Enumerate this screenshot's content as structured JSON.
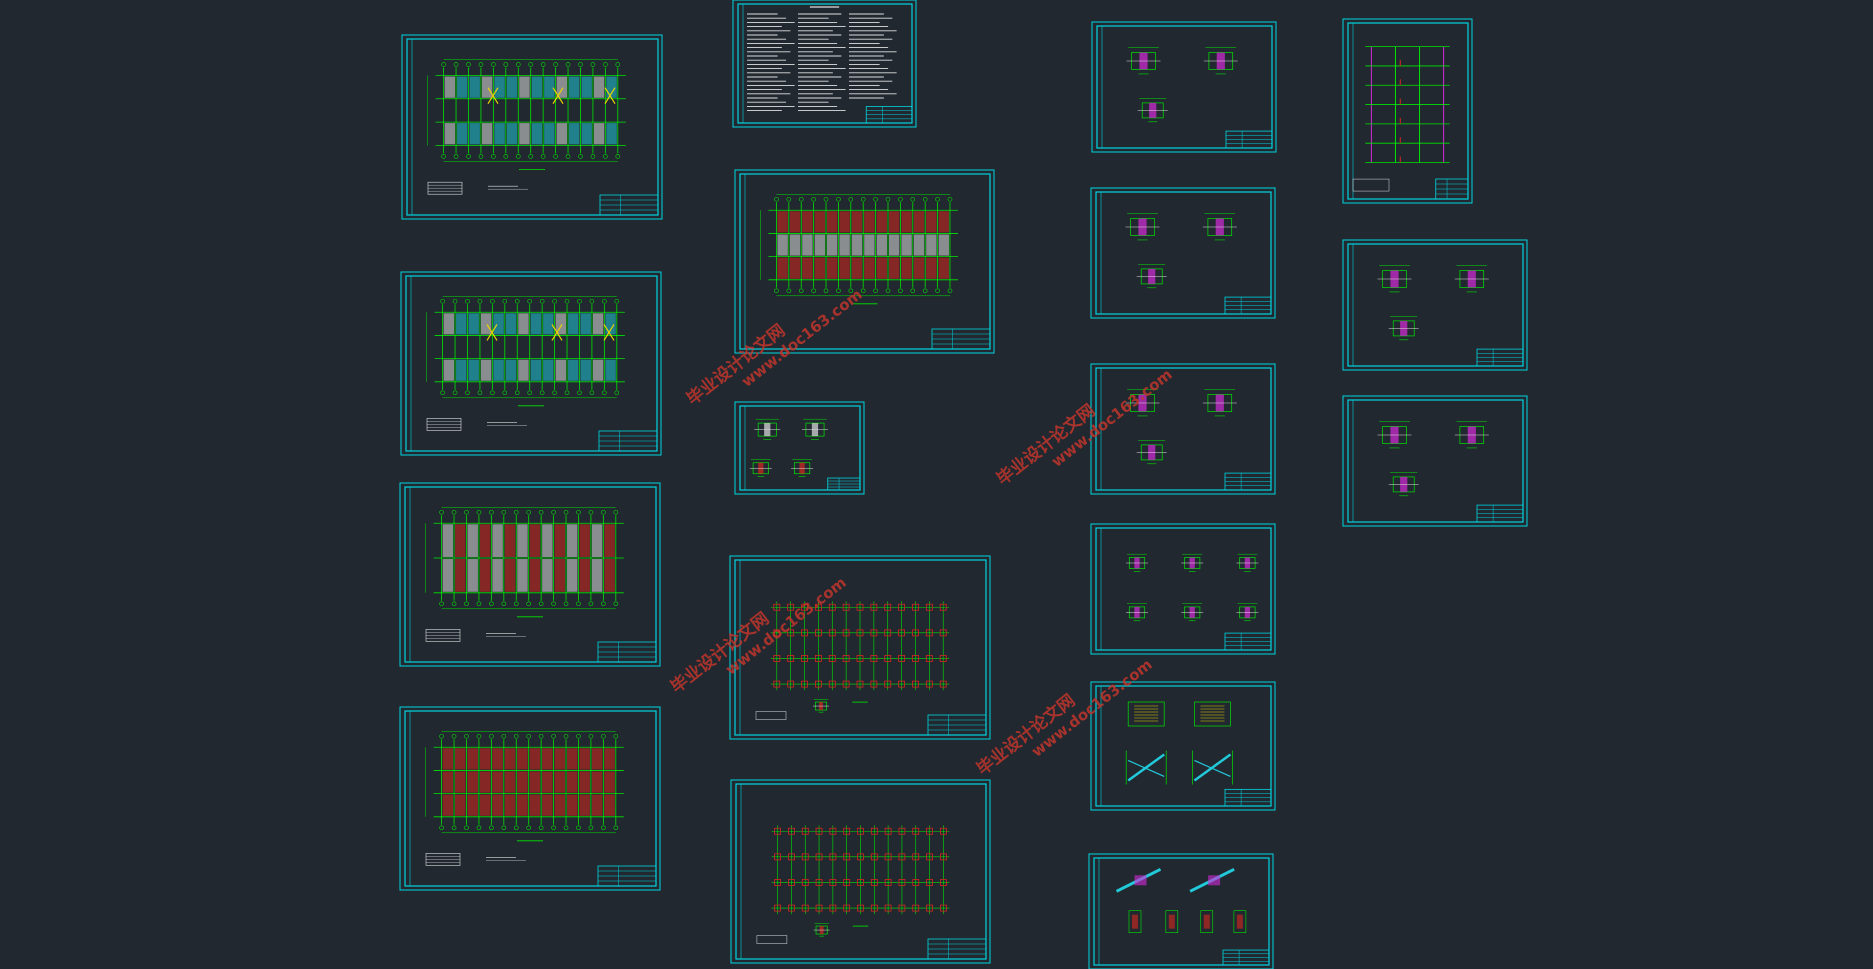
{
  "colors": {
    "background": "#212830",
    "frame": "#00d6e0",
    "grid": "#00e600",
    "hatch_red": "#d8261e",
    "hatch_cyan": "#21c9d9",
    "magenta": "#d62ad8",
    "yellow": "#e8d400",
    "white": "#e0e0e0",
    "watermark": "#c0362c"
  },
  "sheets": [
    {
      "kind": "plan-cyan"
    },
    {
      "kind": "plan-cyan"
    },
    {
      "kind": "plan-red-light"
    },
    {
      "kind": "plan-red-dense"
    },
    {
      "kind": "notes"
    },
    {
      "kind": "plan-red-grid"
    },
    {
      "kind": "details-small"
    },
    {
      "kind": "foundation"
    },
    {
      "kind": "foundation"
    },
    {
      "kind": "details-3"
    },
    {
      "kind": "details-3"
    },
    {
      "kind": "details-3"
    },
    {
      "kind": "details-6"
    },
    {
      "kind": "stairs"
    },
    {
      "kind": "stairs-2"
    },
    {
      "kind": "elevation"
    },
    {
      "kind": "details-3"
    },
    {
      "kind": "details-3"
    }
  ],
  "watermarks": [
    {
      "line1": "毕业设计论文网",
      "line2": "www.doc163.com"
    },
    {
      "line1": "毕业设计论文网",
      "line2": "www.doc163.com"
    },
    {
      "line1": "毕业设计论文网",
      "line2": "www.doc163.com"
    },
    {
      "line1": "毕业设计论文网",
      "line2": "www.doc163.com"
    }
  ]
}
